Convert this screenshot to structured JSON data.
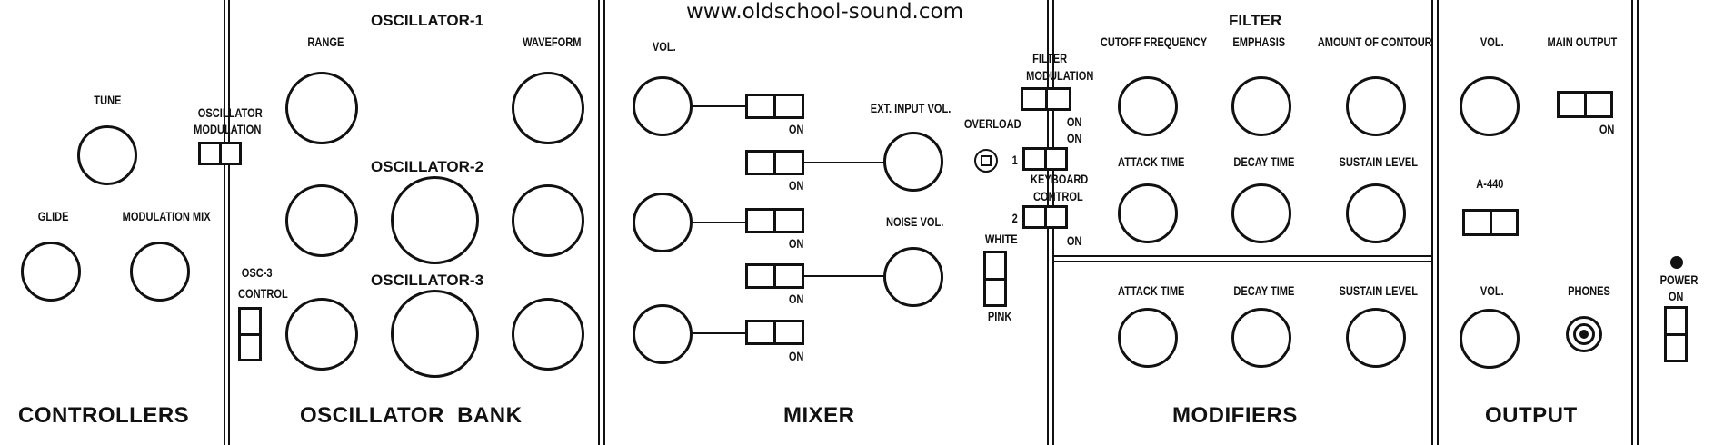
{
  "watermark": "www.oldschool-sound.com",
  "sections": {
    "controllers": "CONTROLLERS",
    "oscillator_bank": "OSCILLATOR  BANK",
    "mixer": "MIXER",
    "modifiers": "MODIFIERS",
    "output": "OUTPUT"
  },
  "controllers": {
    "tune": "TUNE",
    "glide": "GLIDE",
    "modulation_mix": "MODULATION MIX"
  },
  "oscillator_bank": {
    "osc_mod_line1": "OSCILLATOR",
    "osc_mod_line2": "MODULATION",
    "osc3_line1": "OSC-3",
    "osc3_line2": "CONTROL",
    "osc1": "OSCILLATOR-1",
    "osc2": "OSCILLATOR-2",
    "osc3": "OSCILLATOR-3",
    "range": "RANGE",
    "waveform": "WAVEFORM"
  },
  "mixer": {
    "vol": "VOL.",
    "ext_input_vol": "EXT. INPUT VOL.",
    "noise_vol": "NOISE VOL.",
    "on": "ON"
  },
  "middle": {
    "overload": "OVERLOAD",
    "filter_mod_line1": "FILTER",
    "filter_mod_line2": "MODULATION",
    "on": "ON",
    "one": "1",
    "two": "2",
    "keyboard_line1": "KEYBOARD",
    "keyboard_line2": "CONTROL",
    "white": "WHITE",
    "pink": "PINK"
  },
  "modifiers": {
    "filter": "FILTER",
    "cutoff": "CUTOFF FREQUENCY",
    "emphasis": "EMPHASIS",
    "contour": "AMOUNT OF CONTOUR",
    "attack": "ATTACK TIME",
    "decay": "DECAY TIME",
    "sustain": "SUSTAIN LEVEL"
  },
  "output": {
    "vol": "VOL.",
    "main_output": "MAIN OUTPUT",
    "on": "ON",
    "a440": "A-440",
    "phones": "PHONES"
  },
  "power": {
    "line1": "POWER",
    "line2": "ON"
  }
}
